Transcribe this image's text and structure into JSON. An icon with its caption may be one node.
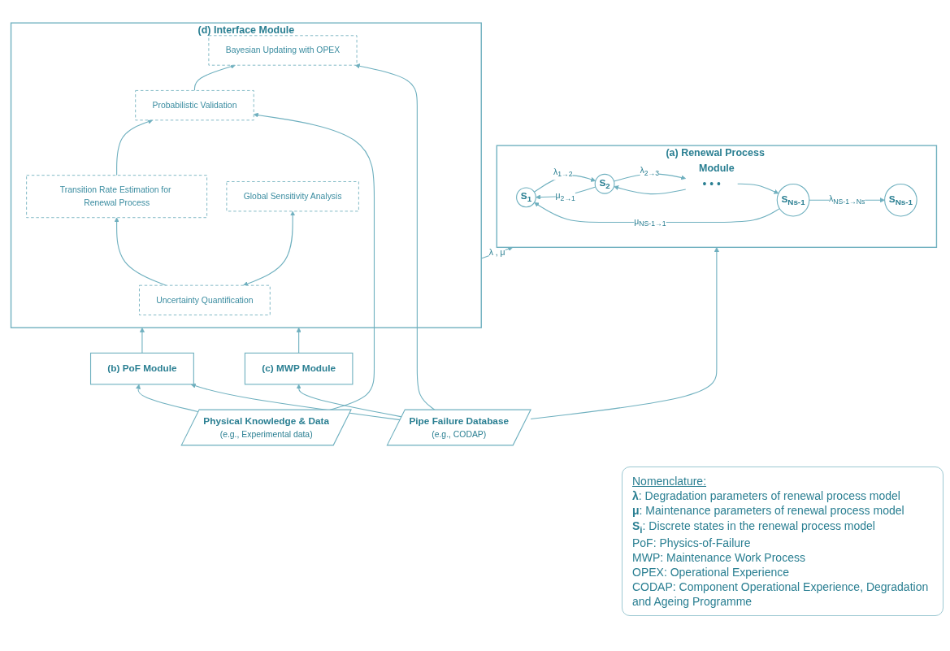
{
  "diagram": {
    "nodes": [
      {
        "text": [
          "(a) Renewal Process Module"
        ]
      },
      {
        "text": [
          "S$_{1}$"
        ],
        "in": 0
      },
      {
        "text": [
          "S$_{2}$"
        ],
        "in": 0
      },
      {
        "text": [
          "• • •"
        ],
        "in": 0
      },
      {
        "text": [
          "S$_{Ns-1}$"
        ],
        "in": 0
      },
      {
        "text": [
          "S$_{Ns-1}$"
        ],
        "in": 0
      },
      {
        "text": [
          "(d) Interface Module"
        ]
      },
      {
        "text": [
          "Bayesian Updating with OPEX"
        ],
        "in": 6
      },
      {
        "text": [
          "Probabilistic Validation"
        ],
        "in": 6
      },
      {
        "text": [
          "Transition Rate Estimation for Renewal Process"
        ],
        "in": 6
      },
      {
        "text": [
          "Uncertainty Quantification"
        ],
        "in": 6
      },
      {
        "text": [
          "Global Sensitivity Analysis"
        ],
        "in": 6
      },
      {
        "text": [
          "(b) PoF Module"
        ]
      },
      {
        "text": [
          "(c) MWP Module"
        ]
      },
      {
        "text": [
          "Physical Knowledge & Data",
          "(e.g., Experimental data)"
        ]
      },
      {
        "text": [
          "Pipe Failure Database",
          "(e.g., CODAP)"
        ]
      }
    ],
    "edges": [
      {
        "from": 1,
        "to": 2,
        "arrow": "to",
        "label": "λ$_{1→2}$"
      },
      {
        "from": 2,
        "to": 3,
        "arrow": "to",
        "label": "λ$_{2→3}$"
      },
      {
        "from": 3,
        "to": 4,
        "arrow": "to"
      },
      {
        "from": 4,
        "to": 5,
        "arrow": "to",
        "label": "λ$_{NS-1→Ns}$"
      },
      {
        "from": 2,
        "to": 1,
        "arrow": "to",
        "label": "μ$_{2→1}$"
      },
      {
        "from": 3,
        "to": 2,
        "arrow": "to"
      },
      {
        "from": 4,
        "to": 1,
        "arrow": "to",
        "label": "μ$_{NS-1→1}$"
      },
      {
        "from": 6,
        "to": 0,
        "arrow": "to",
        "label": "λ , μ"
      },
      {
        "from": 8,
        "to": 7,
        "arrow": "to"
      },
      {
        "from": 9,
        "to": 8,
        "arrow": "to"
      },
      {
        "from": 10,
        "to": 9,
        "arrow": "to"
      },
      {
        "from": 10,
        "to": 11,
        "arrow": "both"
      },
      {
        "from": 12,
        "to": 6,
        "arrow": "to"
      },
      {
        "from": 13,
        "to": 6,
        "arrow": "to"
      },
      {
        "from": 14,
        "to": 12,
        "arrow": "to"
      },
      {
        "from": 15,
        "to": 12,
        "arrow": "to"
      },
      {
        "from": 15,
        "to": 13,
        "arrow": "to"
      },
      {
        "from": 14,
        "to": 8,
        "arrow": "to"
      },
      {
        "from": 15,
        "to": 7,
        "arrow": "to"
      },
      {
        "from": 15,
        "to": 0,
        "arrow": "to"
      }
    ],
    "labels": [
      "Nomenclature:",
      "**λ**: Degradation parameters of renewal process model",
      "**μ**: Maintenance parameters of renewal process model",
      "**S$_{i}$**: Discrete states in the renewal process model",
      "PoF: Physics-of-Failure",
      "MWP: Maintenance Work Process",
      "OPEX: Operational Experience",
      "CODAP: Component Operational Experience, Degradation and Ageing Programme"
    ]
  }
}
